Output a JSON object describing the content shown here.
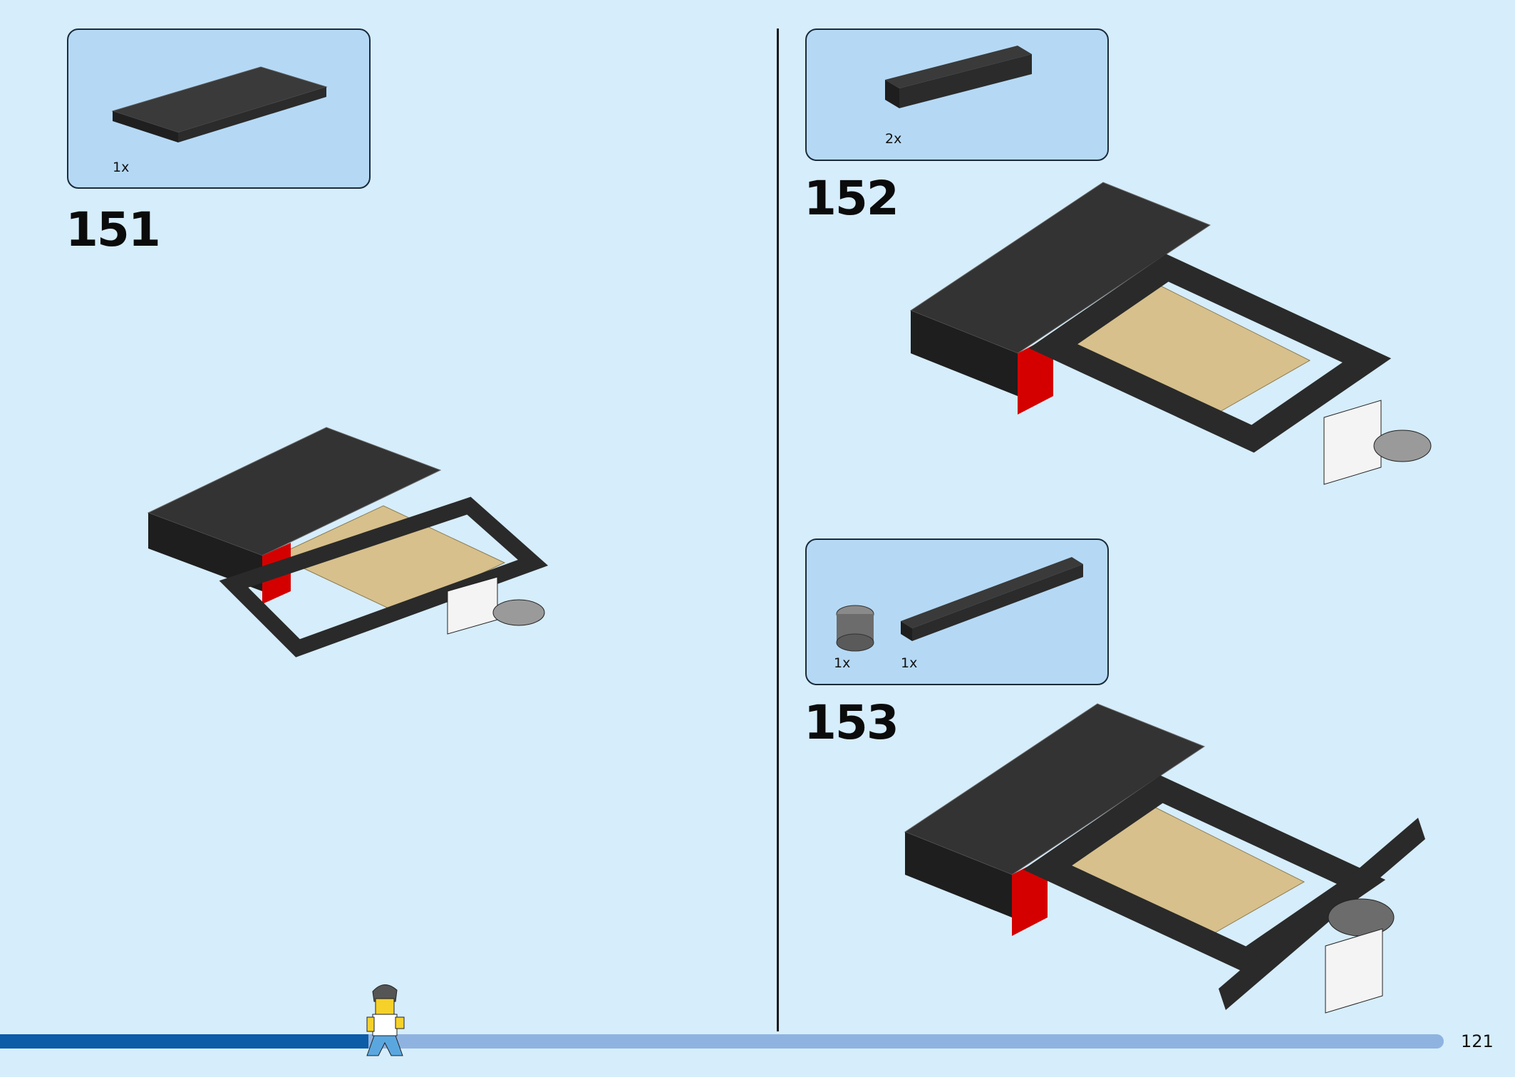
{
  "page": {
    "number": "121"
  },
  "progress": {
    "fraction": 0.255
  },
  "steps": [
    {
      "number": "151",
      "parts": [
        {
          "qty": "1x",
          "part": "plate-4x10-black"
        }
      ]
    },
    {
      "number": "152",
      "parts": [
        {
          "qty": "2x",
          "part": "technic-brick-1x8-black"
        }
      ]
    },
    {
      "number": "153",
      "parts": [
        {
          "qty": "1x",
          "part": "round-brick-2x2-dark-grey"
        },
        {
          "qty": "1x",
          "part": "plate-1x10-black"
        }
      ]
    }
  ],
  "colors": {
    "background": "#d6edfb",
    "callout": "#b5d9f5",
    "black_brick": "#2a2a2a",
    "red": "#d40000",
    "tan": "#d7c08c",
    "progress_fill": "#0c5ca8",
    "progress_track": "#8fb3e0"
  }
}
